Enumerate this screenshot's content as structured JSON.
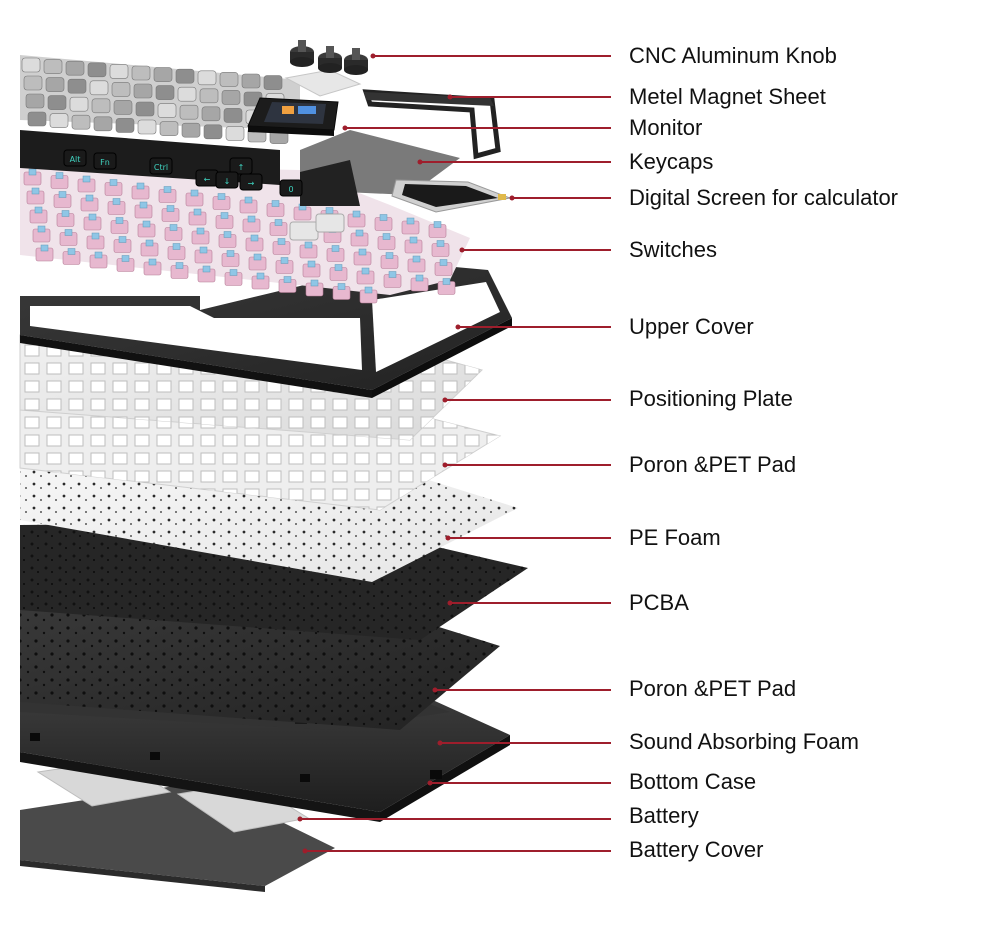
{
  "diagram": {
    "type": "exploded-view",
    "subject": "mechanical keyboard",
    "leader_color": "#9e1e2c",
    "keycap_glyphs": [
      "Alt",
      "Fn",
      "Ctrl",
      "0",
      "↑",
      "←",
      "↓",
      "→"
    ],
    "labels": [
      {
        "id": "cnc-aluminum-knob",
        "text": "CNC Aluminum Knob"
      },
      {
        "id": "metel-magnet-sheet",
        "text": "Metel Magnet Sheet"
      },
      {
        "id": "monitor",
        "text": "Monitor"
      },
      {
        "id": "keycaps",
        "text": "Keycaps"
      },
      {
        "id": "digital-screen",
        "text": "Digital Screen for calculator"
      },
      {
        "id": "switches",
        "text": "Switches"
      },
      {
        "id": "upper-cover",
        "text": "Upper Cover"
      },
      {
        "id": "positioning-plate",
        "text": "Positioning Plate"
      },
      {
        "id": "poron-pet-pad-top",
        "text": "Poron &PET Pad"
      },
      {
        "id": "pe-foam",
        "text": "PE Foam"
      },
      {
        "id": "pcba",
        "text": "PCBA"
      },
      {
        "id": "poron-pet-pad-bottom",
        "text": "Poron &PET Pad"
      },
      {
        "id": "sound-absorbing-foam",
        "text": "Sound Absorbing Foam"
      },
      {
        "id": "bottom-case",
        "text": "Bottom Case"
      },
      {
        "id": "battery",
        "text": "Battery"
      },
      {
        "id": "battery-cover",
        "text": "Battery Cover"
      }
    ]
  }
}
